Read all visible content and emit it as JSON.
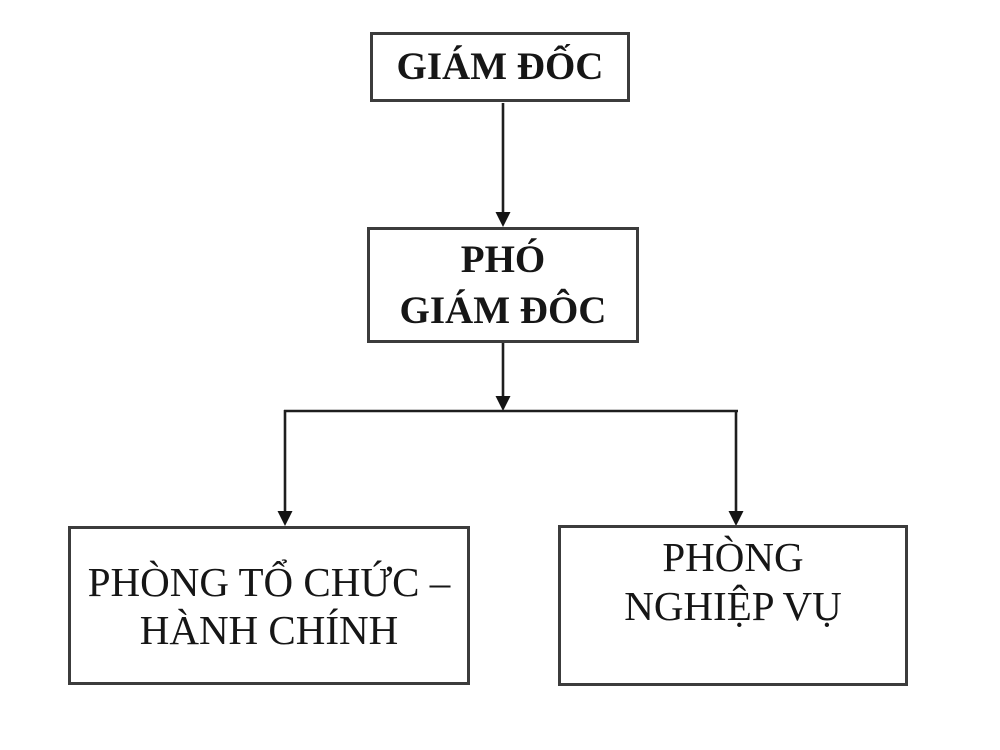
{
  "diagram": {
    "type": "org-chart",
    "background_color": "#ffffff",
    "box_border_color": "#3c3c3c",
    "connector_color": "#1e1e1e",
    "text_color": "#161616",
    "nodes": [
      {
        "id": "giam-doc",
        "level": 1,
        "lines": [
          "GIÁM ĐỐC"
        ]
      },
      {
        "id": "pho-giam-doc",
        "level": 2,
        "lines": [
          "PHÓ",
          "GIÁM ĐÔC"
        ]
      },
      {
        "id": "phong-to-chuc-hanh-chinh",
        "level": 3,
        "lines": [
          "PHÒNG TỔ CHỨC –",
          "HÀNH CHÍNH"
        ]
      },
      {
        "id": "phong-nghiep-vu",
        "level": 3,
        "lines": [
          "PHÒNG",
          "NGHIỆP VỤ"
        ]
      }
    ],
    "edges": [
      {
        "from": "giam-doc",
        "to": "pho-giam-doc",
        "style": "arrow-down"
      },
      {
        "from": "pho-giam-doc",
        "to": "phong-to-chuc-hanh-chinh",
        "style": "arrow-down"
      },
      {
        "from": "pho-giam-doc",
        "to": "phong-nghiep-vu",
        "style": "arrow-down"
      }
    ]
  }
}
